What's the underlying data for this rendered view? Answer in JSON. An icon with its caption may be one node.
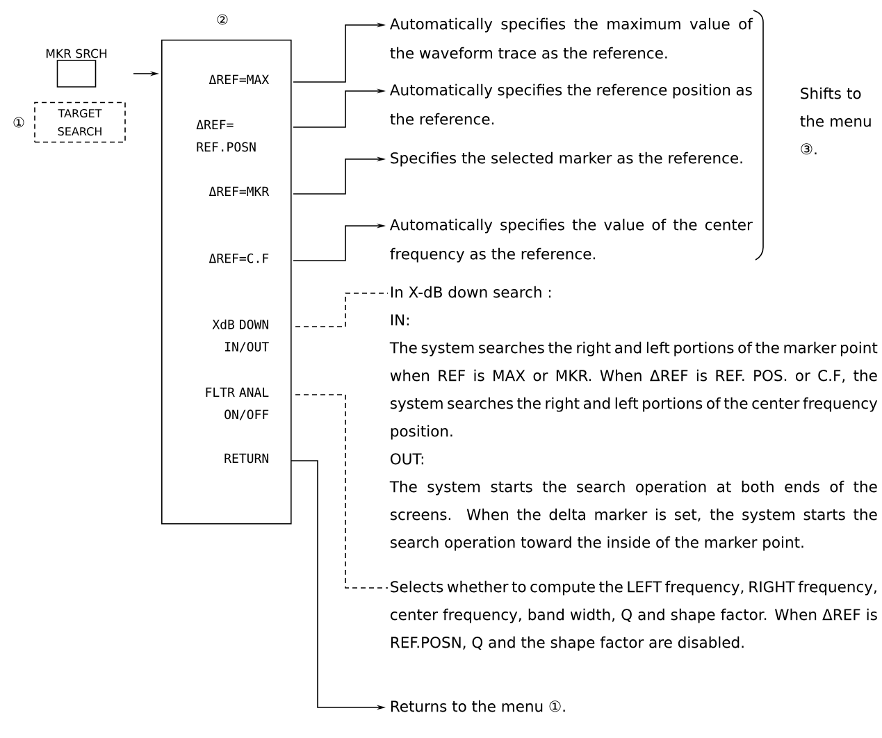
{
  "diagram": {
    "nodes": [
      {
        "text": [
          "MKR SRCH"
        ]
      },
      {
        "text": [
          "TARGET SEARCH"
        ],
        "beside": [
          "①"
        ]
      },
      {
        "text": [],
        "shape": "box",
        "beside": [
          "②"
        ]
      },
      {
        "text": [
          "ΔREF=MAX"
        ],
        "in": 2
      },
      {
        "text": [
          "ΔREF= REF.POSN"
        ],
        "in": 2
      },
      {
        "text": [
          "ΔREF=MKR"
        ],
        "in": 2
      },
      {
        "text": [
          "ΔREF=C.F"
        ],
        "in": 2
      },
      {
        "text": [
          "XdB DOWN IN/OUT"
        ],
        "in": 2
      },
      {
        "text": [
          "FLTR ANAL ON/OFF"
        ],
        "in": 2
      },
      {
        "text": [
          "RETURN"
        ],
        "in": 2
      },
      {
        "text": [
          "Automatically specifies the maximum value of the waveform trace as the reference."
        ]
      },
      {
        "text": [
          "Automatically specifies the reference position as the reference."
        ]
      },
      {
        "text": [
          "Specifies the selected marker as the reference."
        ]
      },
      {
        "text": [
          "Automatically specifies the value of the center frequency as the reference."
        ]
      },
      {
        "text": [
          "In X-dB down search :",
          "IN:",
          "The system searches the right and left portions of the marker point when REF is MAX or MKR. When ΔREF is REF. POS. or C.F, the system searches the right and left portions of the center frequency position.",
          "OUT:",
          "The system starts the search operation at both ends of the screens. When the delta marker is set, the system starts the search operation toward the inside of the marker point."
        ]
      },
      {
        "text": [
          "Selects whether to compute the LEFT frequency, RIGHT frequency, center frequency, band width, Q and shape factor. When ΔREF is REF.POSN, Q and the shape factor are disabled."
        ]
      },
      {
        "text": [
          "Returns to the menu ①."
        ]
      }
    ],
    "edges": [
      {
        "from": null,
        "to": 2,
        "arrow": "to"
      },
      {
        "from": 3,
        "to": 10,
        "arrow": "to"
      },
      {
        "from": 4,
        "to": 11,
        "arrow": "to"
      },
      {
        "from": 5,
        "to": 12,
        "arrow": "to"
      },
      {
        "from": 6,
        "to": 13,
        "arrow": "to"
      },
      {
        "from": 7,
        "to": 14,
        "arrow": "none",
        "style": "dashed"
      },
      {
        "from": 8,
        "to": 15,
        "arrow": "none",
        "style": "dashed"
      },
      {
        "from": 9,
        "to": 16,
        "arrow": "to"
      }
    ],
    "labels": [
      "Shifts to the menu ③."
    ]
  }
}
